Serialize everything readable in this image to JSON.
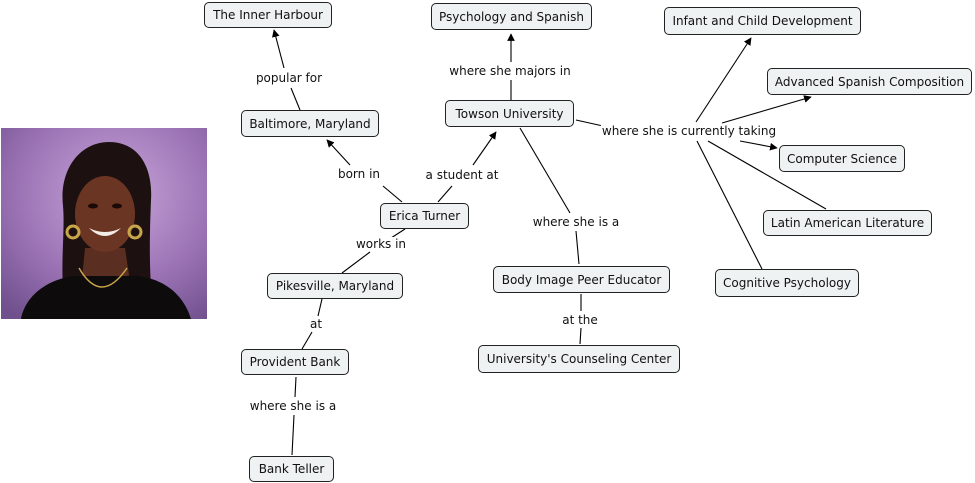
{
  "concepts": {
    "inner_harbour": "The Inner Harbour",
    "baltimore": "Baltimore, Maryland",
    "erica": "Erica Turner",
    "pikesville": "Pikesville, Maryland",
    "provident": "Provident Bank",
    "bank_teller": "Bank Teller",
    "psych_spanish": "Psychology and Spanish",
    "towson": "Towson University",
    "peer_educator": "Body Image Peer Educator",
    "counseling": "University's Counseling Center",
    "infant": "Infant and Child Development",
    "adv_spanish": "Advanced Spanish Composition",
    "comp_sci": "Computer Science",
    "latin_lit": "Latin American Literature",
    "cog_psych": "Cognitive Psychology"
  },
  "links": {
    "popular_for": "popular for",
    "born_in": "born in",
    "works_in": "works in",
    "at": "at",
    "where_she_is_a_bank": "where she is a",
    "a_student_at": "a student at",
    "majors_in": "where she majors in",
    "where_she_is_a_uni": "where she is a",
    "at_the": "at the",
    "currently_taking": "where she is currently taking"
  }
}
